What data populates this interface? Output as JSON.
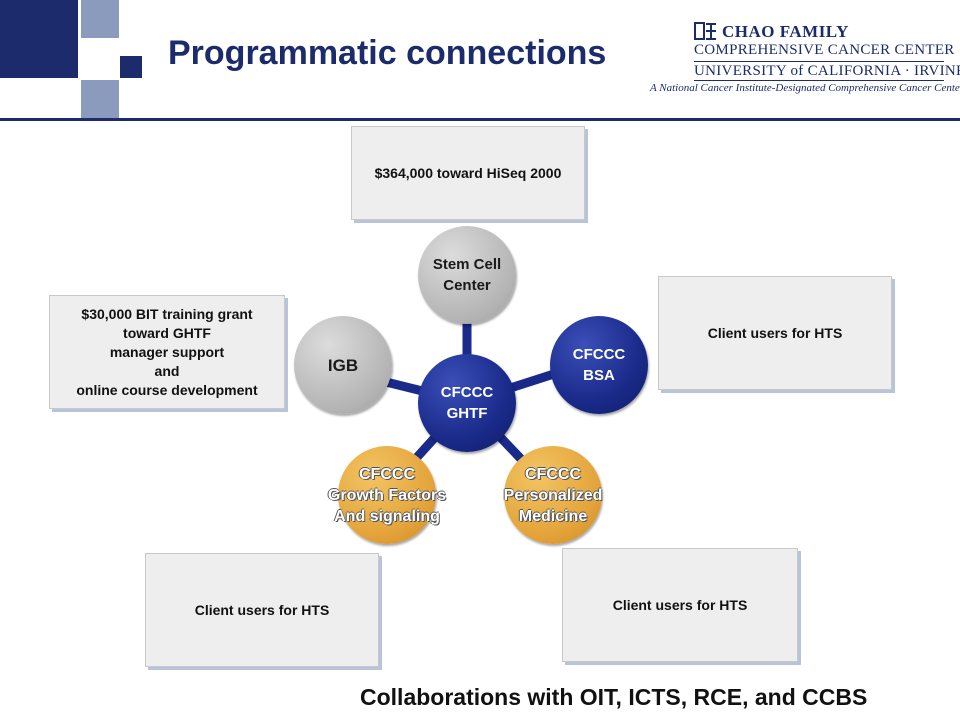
{
  "header": {
    "title": "Programmatic connections",
    "logo": {
      "line1": "CHAO FAMILY",
      "line2": "COMPREHENSIVE CANCER CENTER",
      "line3": "UNIVERSITY of CALIFORNIA · IRVINE",
      "line4": "A National Cancer Institute-Designated Comprehensive Cancer Center"
    }
  },
  "diagram": {
    "center": [
      "CFCCC",
      "GHTF"
    ],
    "nodes": {
      "stem_cell": [
        "Stem Cell",
        "Center"
      ],
      "bsa": [
        "CFCCC",
        "BSA"
      ],
      "igb": [
        "IGB"
      ],
      "growth": [
        "CFCCC",
        "Growth Factors",
        "And signaling"
      ],
      "personalized": [
        "CFCCC",
        "Personalized",
        "Medicine"
      ]
    }
  },
  "boxes": {
    "hiseq": "$364,000 toward HiSeq 2000",
    "bit_grant": [
      "$30,000 BIT training grant",
      "toward GHTF",
      "manager support",
      "and",
      "online course development"
    ],
    "client_right": "Client users for HTS",
    "client_bottom_left": "Client users for HTS",
    "client_bottom_right": "Client users for HTS"
  },
  "footer": "Collaborations with OIT, ICTS, RCE, and CCBS",
  "colors": {
    "navy": "#1c2b6b",
    "node_navy": "#1a2a8a",
    "node_gold": "#e4a33a",
    "node_gray": "#b3b3b3",
    "square_light": "#8b9bbd"
  }
}
